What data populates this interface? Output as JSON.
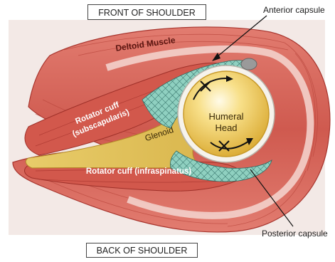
{
  "orientation": {
    "front_label": "FRONT OF SHOULDER",
    "back_label": "BACK OF SHOULDER"
  },
  "callouts": {
    "anterior": "Anterior capsule",
    "posterior": "Posterior capsule"
  },
  "structures": {
    "deltoid": "Deltoid Muscle",
    "subscapularis_line1": "Rotator cuff",
    "subscapularis_line2": "(subscapularis)",
    "infraspinatus": "Rotator cuff (infraspinatus)",
    "glenoid": "Glenoid",
    "humeral_line1": "Humeral",
    "humeral_line2": "Head"
  },
  "colors": {
    "muscle": "#d9645a",
    "muscle_dark": "#a8352e",
    "bone": "#e8c14a",
    "bone_light": "#f7e9a6",
    "cartilage": "#7cc6b5",
    "background_tissue": "#efe3e0"
  }
}
